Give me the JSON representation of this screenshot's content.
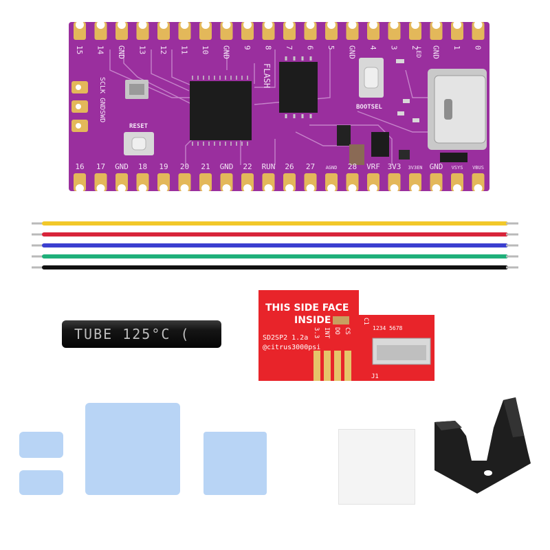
{
  "colors": {
    "pcb": "#9a2f9e",
    "pcb_dark": "#7a1f80",
    "gold": "#e3b85a",
    "chip": "#1c1c1c",
    "usb": "#c9c9c9",
    "red_pcb": "#e8242a",
    "tube": "#1a1a1a",
    "pad_blue": "#b8d4f5",
    "bracket": "#1e1e1e",
    "wires": [
      "#f2c829",
      "#d8243a",
      "#3b3fcf",
      "#1fb07a",
      "#111111"
    ]
  },
  "pico": {
    "top_labels": [
      "15",
      "14",
      "GND",
      "13",
      "12",
      "11",
      "10",
      "GND",
      "9",
      "8",
      "7",
      "6",
      "5",
      "GND",
      "4",
      "3",
      "2",
      "GND",
      "1",
      "0"
    ],
    "bottom_labels": [
      "16",
      "17",
      "GND",
      "18",
      "19",
      "20",
      "21",
      "GND",
      "22",
      "RUN",
      "26",
      "27",
      "AGND",
      "28",
      "VRF",
      "3V3",
      "3V3EN",
      "GND",
      "VSYS",
      "VBUS"
    ],
    "side_labels": "SCLK GNDSWD",
    "flash_label": "FLASH",
    "bootsel_label": "BOOTSEL",
    "reset_label": "RESET",
    "led_label": "LED"
  },
  "tube": {
    "print_text": "TUBE 125°C ("
  },
  "sd2sp2": {
    "line1": "THIS SIDE FACE",
    "line2": "INSIDE",
    "model": "SD2SP2 1.2a",
    "author": "@citrus3000psi",
    "pins": [
      "3.3",
      "INT",
      "DO",
      "CS"
    ],
    "sd_pins": "1234 5678",
    "c1": "C1",
    "j1": "J1"
  }
}
